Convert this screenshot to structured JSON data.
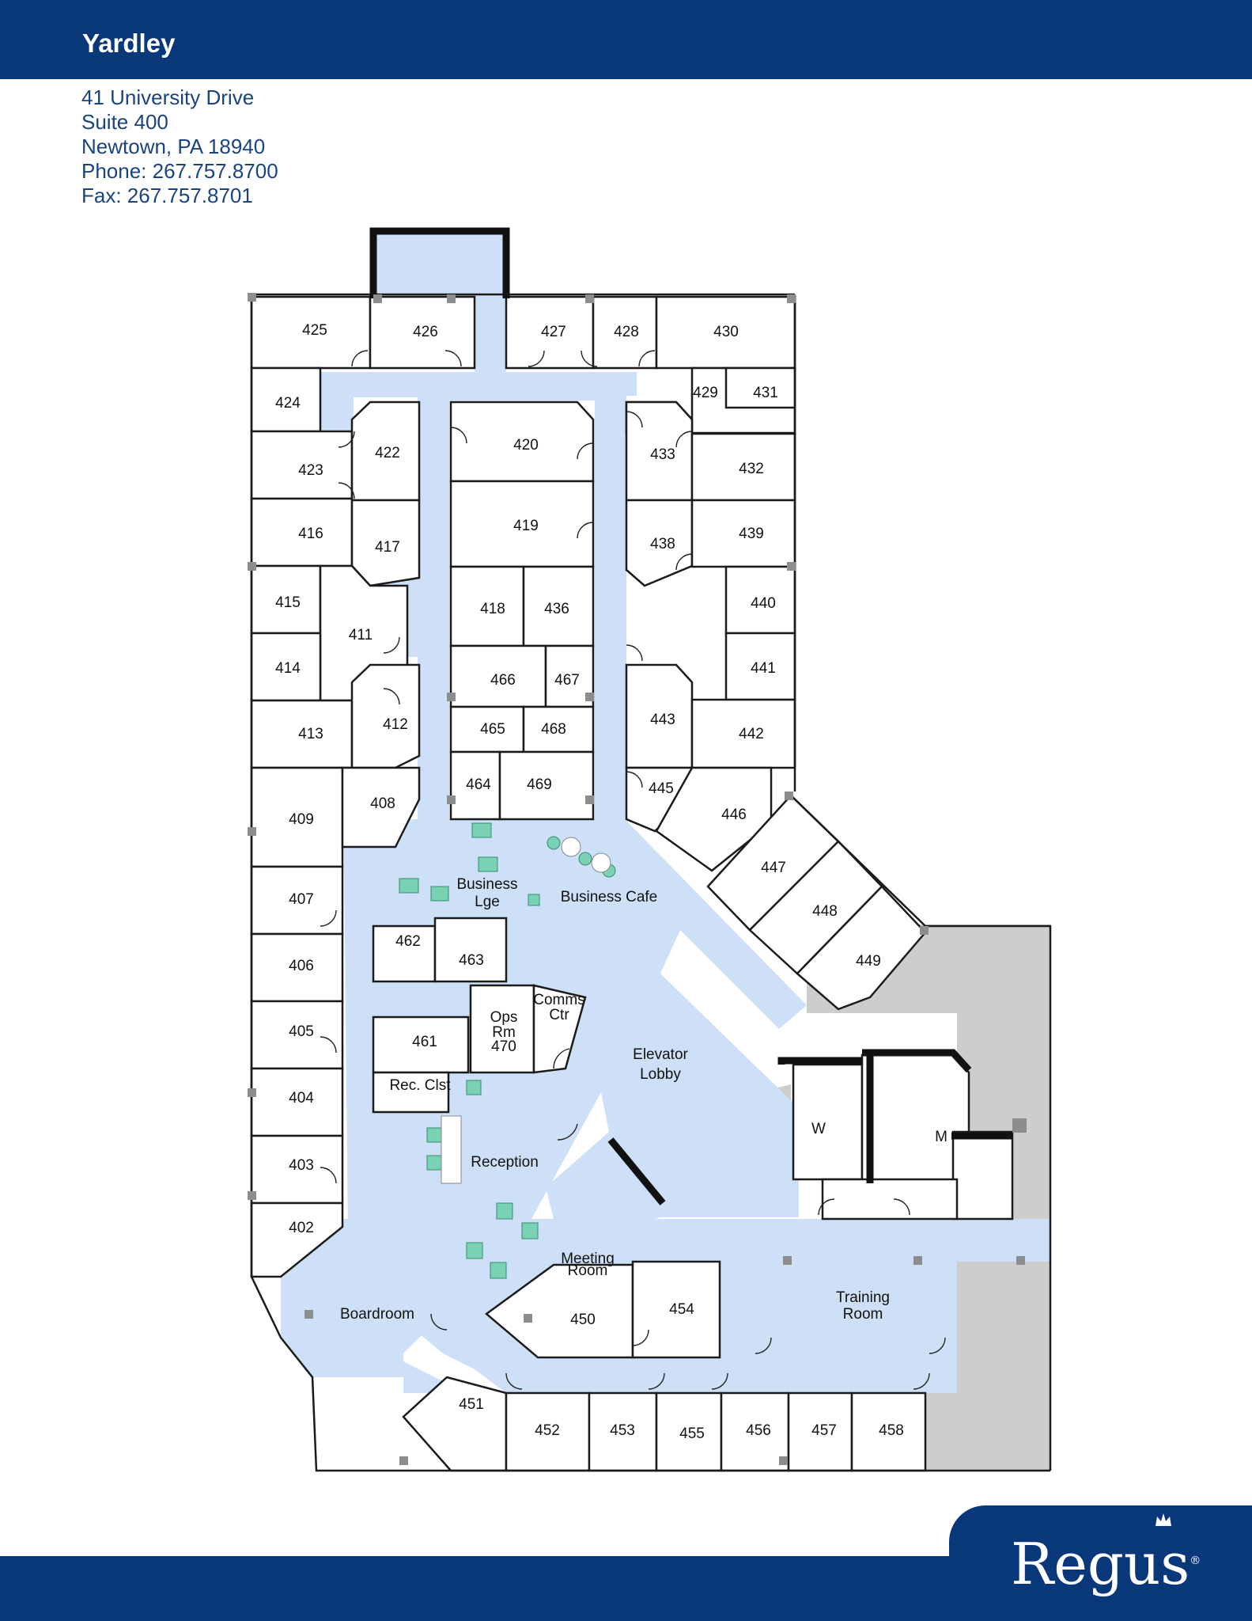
{
  "header": {
    "title": "Yardley"
  },
  "address": {
    "line1": "41 University Drive",
    "line2": "Suite 400",
    "line3": "Newtown, PA 18940",
    "line4": "Phone: 267.757.8700",
    "line5": "Fax: 267.757.8701"
  },
  "rooms": {
    "r425": "425",
    "r426": "426",
    "r427": "427",
    "r428": "428",
    "r430": "430",
    "r429": "429",
    "r431": "431",
    "r424": "424",
    "r423": "423",
    "r422": "422",
    "r420": "420",
    "r433": "433",
    "r432": "432",
    "r416": "416",
    "r417": "417",
    "r419": "419",
    "r438": "438",
    "r439": "439",
    "r415": "415",
    "r411": "411",
    "r418": "418",
    "r436": "436",
    "r440": "440",
    "r414": "414",
    "r466": "466",
    "r467": "467",
    "r441": "441",
    "r413": "413",
    "r412": "412",
    "r465": "465",
    "r468": "468",
    "r443": "443",
    "r442": "442",
    "r409": "409",
    "r408": "408",
    "r464": "464",
    "r469": "469",
    "r445": "445",
    "r446": "446",
    "r447": "447",
    "r448": "448",
    "r449": "449",
    "r407": "407",
    "r406": "406",
    "r462": "462",
    "r463": "463",
    "r405": "405",
    "r461": "461",
    "r404": "404",
    "r403": "403",
    "r402": "402",
    "r450": "450",
    "r454": "454",
    "r451": "451",
    "r452": "452",
    "r453": "453",
    "r455": "455",
    "r456": "456",
    "r457": "457",
    "r458": "458"
  },
  "areas": {
    "business_lge_1": "Business",
    "business_lge_2": "Lge",
    "business_cafe": "Business Cafe",
    "comms_1": "Comms",
    "comms_2": "Ctr",
    "ops_1": "Ops",
    "ops_2": "Rm",
    "ops_3": "470",
    "elevator_1": "Elevator",
    "elevator_2": "Lobby",
    "rec_clst": "Rec. Clst",
    "reception": "Reception",
    "meeting_1": "Meeting",
    "meeting_2": "Room",
    "boardroom": "Boardroom",
    "training_1": "Training",
    "training_2": "Room",
    "women": "W",
    "men": "M"
  },
  "brand": {
    "logo": "Regus",
    "registered": "®"
  },
  "colors": {
    "brand_navy": "#08387a",
    "corridor": "#cde0f7",
    "service": "#cdcdcd",
    "furniture": "#79d2b4"
  }
}
